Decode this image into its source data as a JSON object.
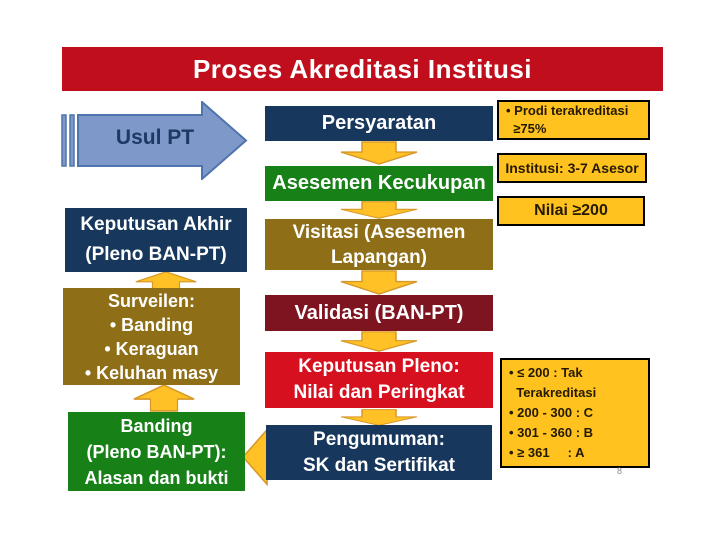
{
  "slide": {
    "title": "Proses Akreditasi Institusi",
    "page_number": "8"
  },
  "flow": {
    "usul_pt": "Usul PT",
    "persyaratan": "Persyaratan",
    "asesemen_kecukupan": "Asesemen Kecukupan",
    "visitasi": "Visitasi (Asesemen\nLapangan)",
    "validasi": "Validasi (BAN-PT)",
    "keputusan_pleno": "Keputusan Pleno:\nNilai dan Peringkat",
    "pengumuman": "Pengumuman:\nSK dan Sertifikat",
    "keputusan_akhir": "Keputusan Akhir\n(Pleno BAN-PT)",
    "surveilen": "Surveilen:\n• Banding\n• Keraguan\n• Keluhan masy",
    "banding": "Banding\n(Pleno BAN-PT):\nAlasan dan bukti"
  },
  "notes": {
    "prodi": "• Prodi terakreditasi\n  ≥75%",
    "institusi": "Institusi: 3-7 Asesor",
    "nilai": "Nilai ≥200",
    "peringkat": "• ≤ 200 : Tak\n  Terakreditasi\n• 200 - 300 : C\n• 301 - 360 : B\n• ≥ 361     : A"
  },
  "colors": {
    "title_red": "#C00E1C",
    "navy": "#17375D",
    "green": "#178017",
    "dark_gold": "#8F6E18",
    "maroon": "#7E1420",
    "bright_red": "#D6101F",
    "note_yellow": "#FFC21F",
    "arrow_gold": "#FFC125",
    "arrow_gold_border": "#D79728",
    "arrow_blue": "#7E99C9",
    "arrow_blue_border": "#4F74AE"
  }
}
